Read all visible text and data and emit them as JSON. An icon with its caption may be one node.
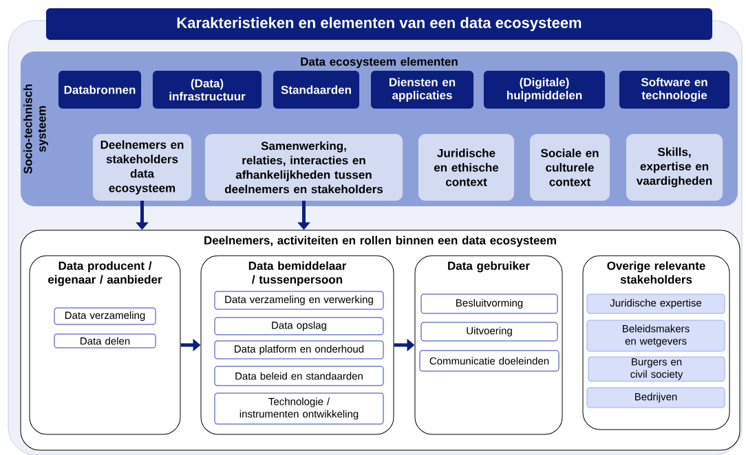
{
  "diagram": {
    "title": "Karakteristieken en elementen van een data ecosysteem",
    "nodes": [
      {
        "text": [
          "Data ecosysteem elementen",
          "Socio-technisch systeem"
        ]
      },
      {
        "text": [
          "Databronnen"
        ],
        "in": 0
      },
      {
        "text": [
          "(Data) infrastructuur"
        ],
        "in": 0
      },
      {
        "text": [
          "Standaarden"
        ],
        "in": 0
      },
      {
        "text": [
          "Diensten en applicaties"
        ],
        "in": 0
      },
      {
        "text": [
          "(Digitale) hulpmiddelen"
        ],
        "in": 0
      },
      {
        "text": [
          "Software en technologie"
        ],
        "in": 0
      },
      {
        "text": [
          "Deelnemers en stakeholders data ecosysteem"
        ],
        "in": 0
      },
      {
        "text": [
          "Samenwerking, relaties, interacties en afhankelijkheden tussen deelnemers en stakeholders"
        ],
        "in": 0
      },
      {
        "text": [
          "Juridische en ethische context"
        ],
        "in": 0
      },
      {
        "text": [
          "Sociale en culturele context"
        ],
        "in": 0
      },
      {
        "text": [
          "Skills, expertise en vaardigheden"
        ],
        "in": 0
      },
      {
        "text": [
          "Deelnemers, activiteiten en rollen binnen een data ecosysteem"
        ]
      },
      {
        "text": [
          "Data producent / eigenaar / aanbieder"
        ],
        "in": 12
      },
      {
        "text": [
          "Data verzameling"
        ],
        "in": 13
      },
      {
        "text": [
          "Data delen"
        ],
        "in": 13
      },
      {
        "text": [
          "Data bemiddelaar / tussenpersoon"
        ],
        "in": 12
      },
      {
        "text": [
          "Data verzameling en verwerking"
        ],
        "in": 16
      },
      {
        "text": [
          "Data opslag"
        ],
        "in": 16
      },
      {
        "text": [
          "Data platform en onderhoud"
        ],
        "in": 16
      },
      {
        "text": [
          "Data beleid en standaarden"
        ],
        "in": 16
      },
      {
        "text": [
          "Technologie / instrumenten ontwikkeling"
        ],
        "in": 16
      },
      {
        "text": [
          "Data gebruiker"
        ],
        "in": 12
      },
      {
        "text": [
          "Besluitvorming"
        ],
        "in": 22
      },
      {
        "text": [
          "Uitvoering"
        ],
        "in": 22
      },
      {
        "text": [
          "Communicatie doeleinden"
        ],
        "in": 22
      },
      {
        "text": [
          "Overige relevante stakeholders"
        ],
        "in": 12
      },
      {
        "text": [
          "Juridische expertise"
        ],
        "in": 26
      },
      {
        "text": [
          "Beleidsmakers en wetgevers"
        ],
        "in": 26
      },
      {
        "text": [
          "Burgers en civil society"
        ],
        "in": 26
      },
      {
        "text": [
          "Bedrijven"
        ],
        "in": 26
      }
    ],
    "edges": [
      {
        "from": 7,
        "to": 12,
        "arrow": "to"
      },
      {
        "from": 8,
        "to": 12,
        "arrow": "to"
      },
      {
        "from": 13,
        "to": 16,
        "arrow": "to"
      },
      {
        "from": 16,
        "to": 22,
        "arrow": "to"
      }
    ]
  }
}
